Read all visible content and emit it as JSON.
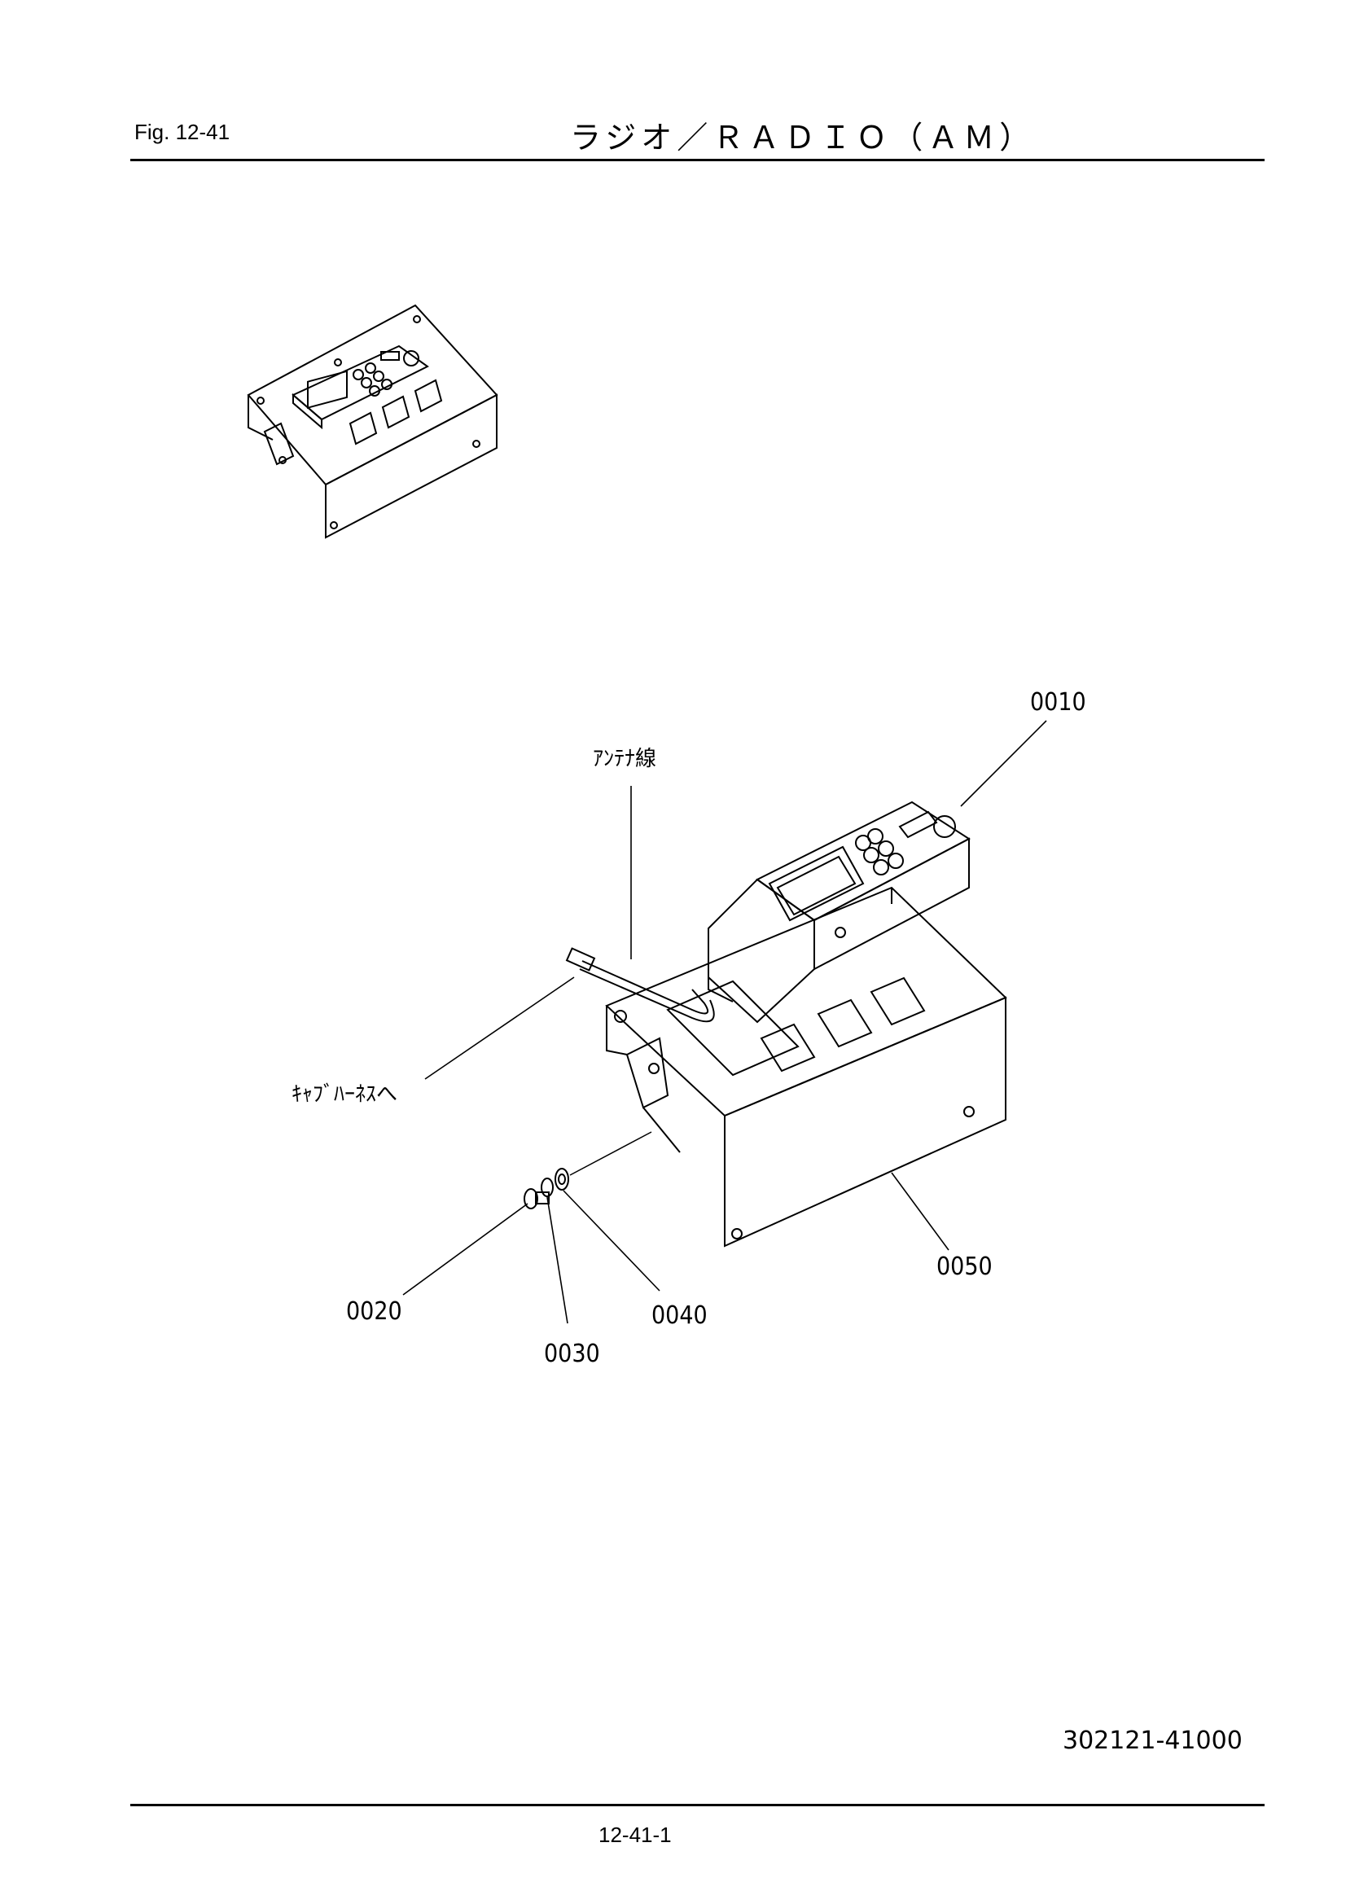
{
  "header": {
    "fig_label": "Fig.  12-41",
    "title": "ラジオ／ＲＡＤＩＯ（ＡＭ）"
  },
  "callouts": {
    "p0010": "0010",
    "p0020": "0020",
    "p0030": "0030",
    "p0040": "0040",
    "p0050": "0050"
  },
  "notes": {
    "antenna": "ｱﾝﾃﾅ線",
    "cab_harness": "ｷｬﾌﾞﾊｰﾈｽへ"
  },
  "footer": {
    "drawing_number": "302121-41000",
    "page_number": "12-41-1"
  }
}
